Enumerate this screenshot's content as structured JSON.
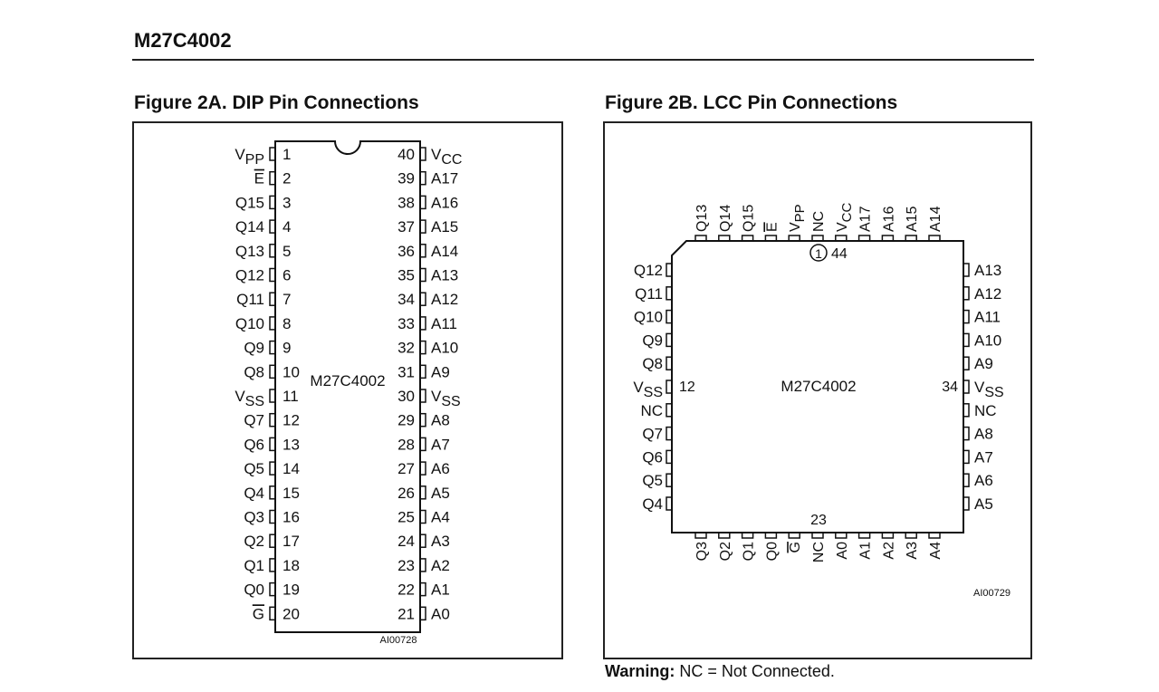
{
  "doc_title": "M27C4002",
  "figure_a": {
    "caption": "Figure 2A.  DIP Pin Connections",
    "chip_label": "M27C4002",
    "ref_code": "AI00728",
    "left_pins": [
      {
        "num": "1",
        "label": "V",
        "sub": "PP",
        "bar": false
      },
      {
        "num": "2",
        "label": "E",
        "sub": "",
        "bar": true
      },
      {
        "num": "3",
        "label": "Q15",
        "sub": "",
        "bar": false
      },
      {
        "num": "4",
        "label": "Q14",
        "sub": "",
        "bar": false
      },
      {
        "num": "5",
        "label": "Q13",
        "sub": "",
        "bar": false
      },
      {
        "num": "6",
        "label": "Q12",
        "sub": "",
        "bar": false
      },
      {
        "num": "7",
        "label": "Q11",
        "sub": "",
        "bar": false
      },
      {
        "num": "8",
        "label": "Q10",
        "sub": "",
        "bar": false
      },
      {
        "num": "9",
        "label": "Q9",
        "sub": "",
        "bar": false
      },
      {
        "num": "10",
        "label": "Q8",
        "sub": "",
        "bar": false
      },
      {
        "num": "11",
        "label": "V",
        "sub": "SS",
        "bar": false
      },
      {
        "num": "12",
        "label": "Q7",
        "sub": "",
        "bar": false
      },
      {
        "num": "13",
        "label": "Q6",
        "sub": "",
        "bar": false
      },
      {
        "num": "14",
        "label": "Q5",
        "sub": "",
        "bar": false
      },
      {
        "num": "15",
        "label": "Q4",
        "sub": "",
        "bar": false
      },
      {
        "num": "16",
        "label": "Q3",
        "sub": "",
        "bar": false
      },
      {
        "num": "17",
        "label": "Q2",
        "sub": "",
        "bar": false
      },
      {
        "num": "18",
        "label": "Q1",
        "sub": "",
        "bar": false
      },
      {
        "num": "19",
        "label": "Q0",
        "sub": "",
        "bar": false
      },
      {
        "num": "20",
        "label": "G",
        "sub": "",
        "bar": true
      }
    ],
    "right_pins": [
      {
        "num": "40",
        "label": "V",
        "sub": "CC",
        "bar": false
      },
      {
        "num": "39",
        "label": "A17",
        "sub": "",
        "bar": false
      },
      {
        "num": "38",
        "label": "A16",
        "sub": "",
        "bar": false
      },
      {
        "num": "37",
        "label": "A15",
        "sub": "",
        "bar": false
      },
      {
        "num": "36",
        "label": "A14",
        "sub": "",
        "bar": false
      },
      {
        "num": "35",
        "label": "A13",
        "sub": "",
        "bar": false
      },
      {
        "num": "34",
        "label": "A12",
        "sub": "",
        "bar": false
      },
      {
        "num": "33",
        "label": "A11",
        "sub": "",
        "bar": false
      },
      {
        "num": "32",
        "label": "A10",
        "sub": "",
        "bar": false
      },
      {
        "num": "31",
        "label": "A9",
        "sub": "",
        "bar": false
      },
      {
        "num": "30",
        "label": "V",
        "sub": "SS",
        "bar": false
      },
      {
        "num": "29",
        "label": "A8",
        "sub": "",
        "bar": false
      },
      {
        "num": "28",
        "label": "A7",
        "sub": "",
        "bar": false
      },
      {
        "num": "27",
        "label": "A6",
        "sub": "",
        "bar": false
      },
      {
        "num": "26",
        "label": "A5",
        "sub": "",
        "bar": false
      },
      {
        "num": "25",
        "label": "A4",
        "sub": "",
        "bar": false
      },
      {
        "num": "24",
        "label": "A3",
        "sub": "",
        "bar": false
      },
      {
        "num": "23",
        "label": "A2",
        "sub": "",
        "bar": false
      },
      {
        "num": "22",
        "label": "A1",
        "sub": "",
        "bar": false
      },
      {
        "num": "21",
        "label": "A0",
        "sub": "",
        "bar": false
      }
    ]
  },
  "figure_b": {
    "caption": "Figure 2B.  LCC Pin Connections",
    "chip_label": "M27C4002",
    "ref_code": "AI00729",
    "pin1_marker": "1",
    "num_top": "44",
    "num_left": "12",
    "num_right": "34",
    "num_bottom": "23",
    "top_pins": [
      {
        "label": "Q13",
        "sub": "",
        "bar": false
      },
      {
        "label": "Q14",
        "sub": "",
        "bar": false
      },
      {
        "label": "Q15",
        "sub": "",
        "bar": false
      },
      {
        "label": "E",
        "sub": "",
        "bar": true
      },
      {
        "label": "V",
        "sub": "PP",
        "bar": false
      },
      {
        "label": "NC",
        "sub": "",
        "bar": false
      },
      {
        "label": "V",
        "sub": "CC",
        "bar": false
      },
      {
        "label": "A17",
        "sub": "",
        "bar": false
      },
      {
        "label": "A16",
        "sub": "",
        "bar": false
      },
      {
        "label": "A15",
        "sub": "",
        "bar": false
      },
      {
        "label": "A14",
        "sub": "",
        "bar": false
      }
    ],
    "left_pins": [
      {
        "label": "Q12",
        "sub": "",
        "bar": false
      },
      {
        "label": "Q11",
        "sub": "",
        "bar": false
      },
      {
        "label": "Q10",
        "sub": "",
        "bar": false
      },
      {
        "label": "Q9",
        "sub": "",
        "bar": false
      },
      {
        "label": "Q8",
        "sub": "",
        "bar": false
      },
      {
        "label": "V",
        "sub": "SS",
        "bar": false
      },
      {
        "label": "NC",
        "sub": "",
        "bar": false
      },
      {
        "label": "Q7",
        "sub": "",
        "bar": false
      },
      {
        "label": "Q6",
        "sub": "",
        "bar": false
      },
      {
        "label": "Q5",
        "sub": "",
        "bar": false
      },
      {
        "label": "Q4",
        "sub": "",
        "bar": false
      }
    ],
    "right_pins": [
      {
        "label": "A13",
        "sub": "",
        "bar": false
      },
      {
        "label": "A12",
        "sub": "",
        "bar": false
      },
      {
        "label": "A11",
        "sub": "",
        "bar": false
      },
      {
        "label": "A10",
        "sub": "",
        "bar": false
      },
      {
        "label": "A9",
        "sub": "",
        "bar": false
      },
      {
        "label": "V",
        "sub": "SS",
        "bar": false
      },
      {
        "label": "NC",
        "sub": "",
        "bar": false
      },
      {
        "label": "A8",
        "sub": "",
        "bar": false
      },
      {
        "label": "A7",
        "sub": "",
        "bar": false
      },
      {
        "label": "A6",
        "sub": "",
        "bar": false
      },
      {
        "label": "A5",
        "sub": "",
        "bar": false
      }
    ],
    "bottom_pins": [
      {
        "label": "Q3",
        "sub": "",
        "bar": false
      },
      {
        "label": "Q2",
        "sub": "",
        "bar": false
      },
      {
        "label": "Q1",
        "sub": "",
        "bar": false
      },
      {
        "label": "Q0",
        "sub": "",
        "bar": false
      },
      {
        "label": "G",
        "sub": "",
        "bar": true
      },
      {
        "label": "NC",
        "sub": "",
        "bar": false
      },
      {
        "label": "A0",
        "sub": "",
        "bar": false
      },
      {
        "label": "A1",
        "sub": "",
        "bar": false
      },
      {
        "label": "A2",
        "sub": "",
        "bar": false
      },
      {
        "label": "A3",
        "sub": "",
        "bar": false
      },
      {
        "label": "A4",
        "sub": "",
        "bar": false
      }
    ]
  },
  "warning": {
    "label": "Warning:",
    "text": " NC = Not Connected."
  }
}
